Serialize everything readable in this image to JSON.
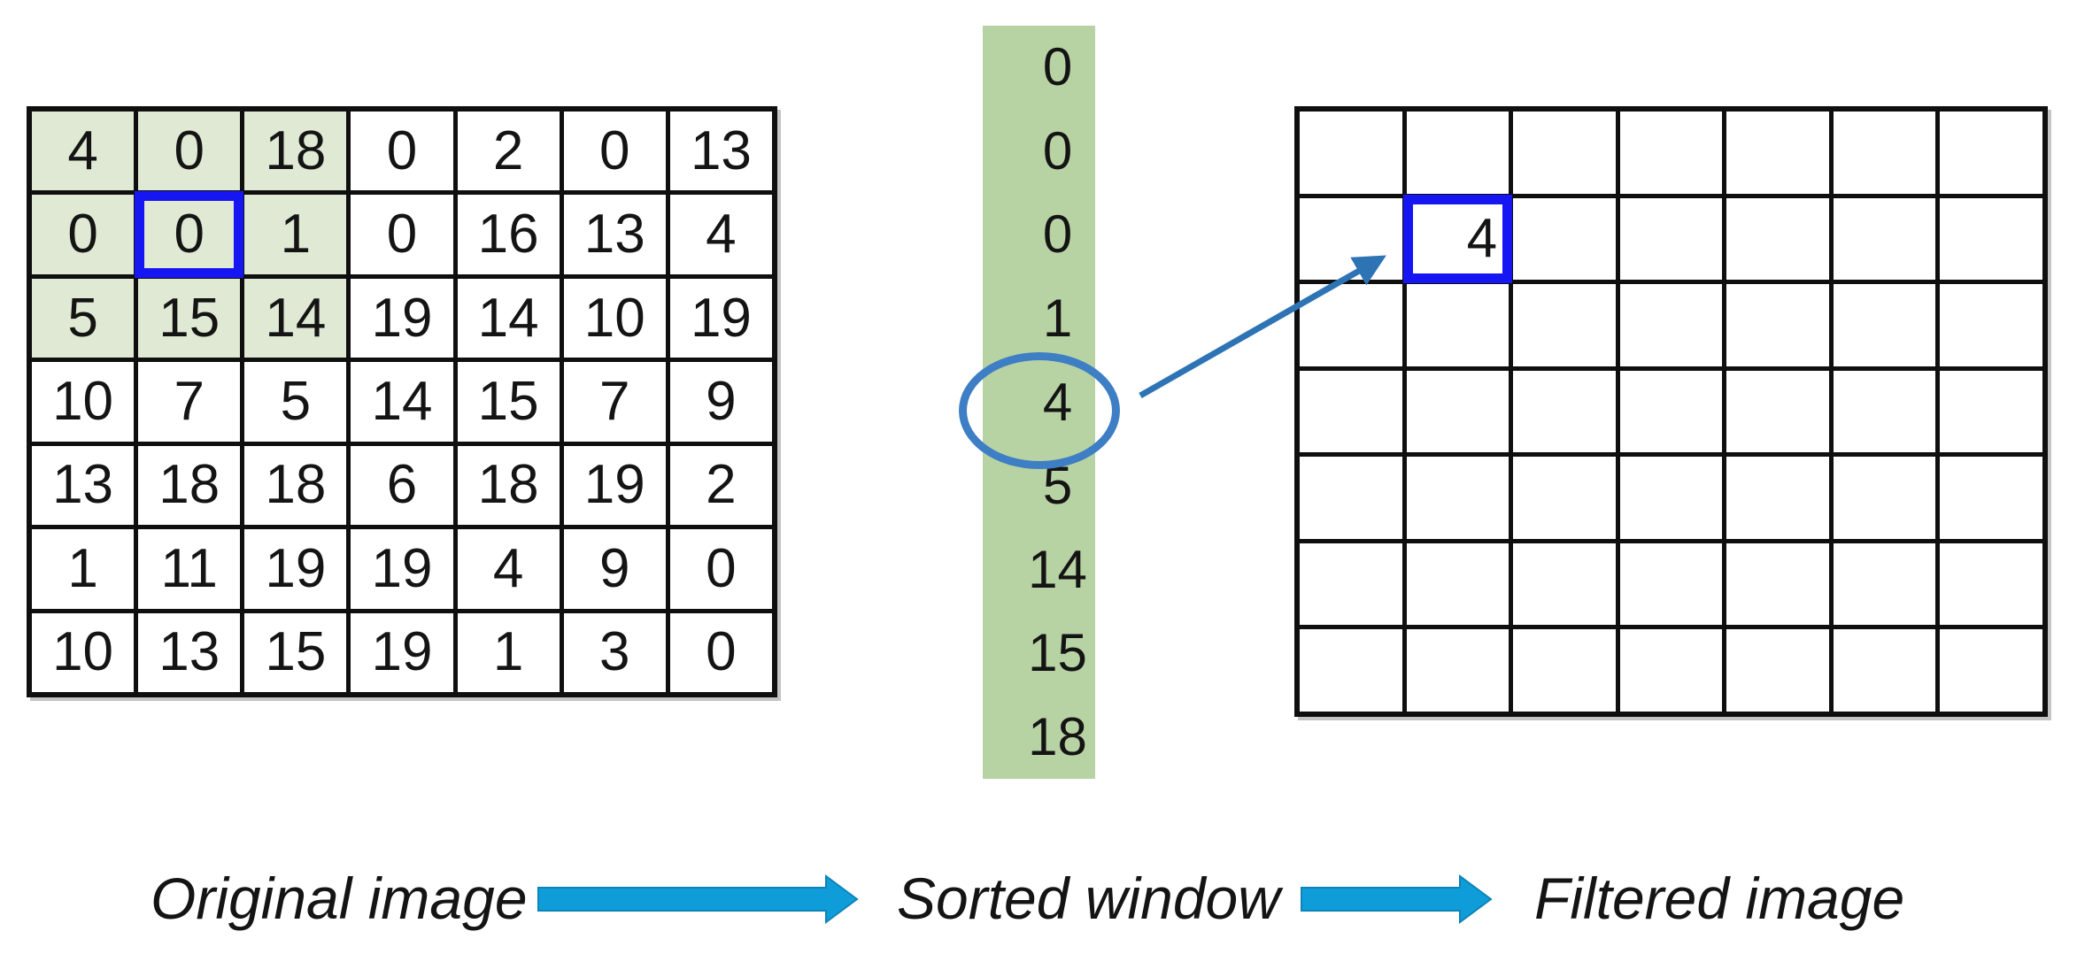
{
  "original_image": {
    "label": "Original image",
    "rows": [
      [
        4,
        0,
        18,
        0,
        2,
        0,
        13
      ],
      [
        0,
        0,
        1,
        0,
        16,
        13,
        4
      ],
      [
        5,
        15,
        14,
        19,
        14,
        10,
        19
      ],
      [
        10,
        7,
        5,
        14,
        15,
        7,
        9
      ],
      [
        13,
        18,
        18,
        6,
        18,
        19,
        2
      ],
      [
        1,
        11,
        19,
        19,
        4,
        9,
        0
      ],
      [
        10,
        13,
        15,
        19,
        1,
        3,
        0
      ]
    ],
    "window": {
      "row_start": 0,
      "row_end": 2,
      "col_start": 0,
      "col_end": 2
    },
    "center_cell": {
      "row": 1,
      "col": 1,
      "value": 0
    }
  },
  "sorted_window": {
    "label": "Sorted window",
    "values": [
      0,
      0,
      0,
      1,
      4,
      5,
      14,
      15,
      18
    ],
    "median_index": 4,
    "median_value": 4
  },
  "filtered_image": {
    "label": "Filtered image",
    "rows": 7,
    "cols": 7,
    "filled_cell": {
      "row": 1,
      "col": 1,
      "value": 4
    }
  },
  "colors": {
    "grid_line": "#0f0f0f",
    "window_cell_green": "#dfe9d3",
    "sorted_column_green": "#b7d2a3",
    "target_blue": "#1616f2",
    "circle_blue": "#3e7ec4",
    "thin_arrow_blue": "#2e74b5",
    "flow_arrow_blue": "#0f9dda",
    "flow_arrow_edge": "#0d84b8"
  }
}
